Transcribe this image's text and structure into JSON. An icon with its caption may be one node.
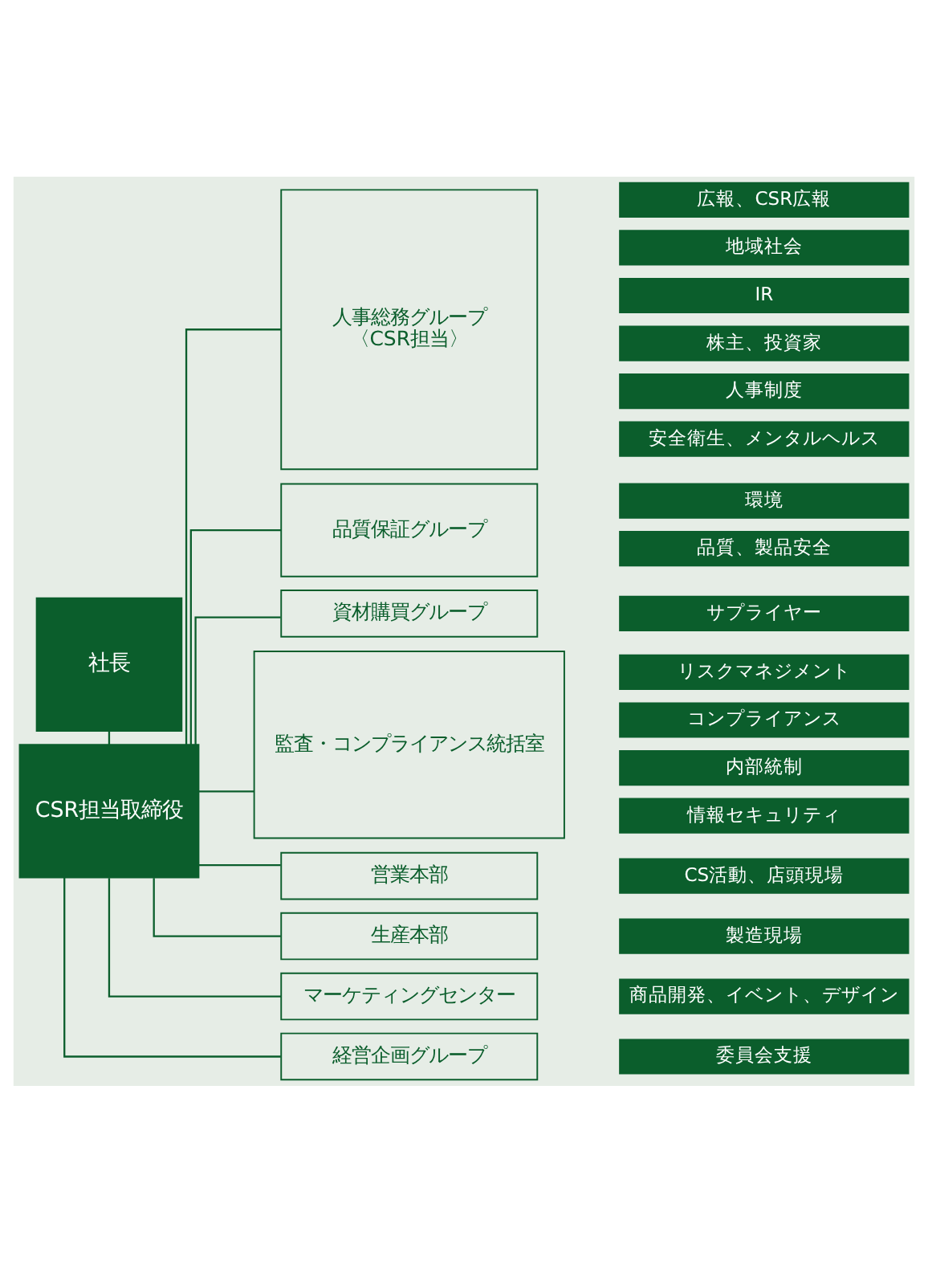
{
  "diagram": {
    "nodes": [
      {
        "text": [
          "社長"
        ]
      },
      {
        "text": [
          "CSR担当取締役"
        ]
      },
      {
        "text": [
          "人事総務グループ",
          "〈CSR担当〉"
        ]
      },
      {
        "text": [
          "広報、CSR広報"
        ]
      },
      {
        "text": [
          "地域社会"
        ]
      },
      {
        "text": [
          "IR"
        ]
      },
      {
        "text": [
          "株主、投資家"
        ]
      },
      {
        "text": [
          "人事制度"
        ]
      },
      {
        "text": [
          "安全衛生、メンタルヘルス"
        ]
      },
      {
        "text": [
          "品質保証グループ"
        ]
      },
      {
        "text": [
          "環境"
        ]
      },
      {
        "text": [
          "品質、製品安全"
        ]
      },
      {
        "text": [
          "資材購買グループ"
        ]
      },
      {
        "text": [
          "サプライヤー"
        ]
      },
      {
        "text": [
          "監査・コンプライアンス統括室"
        ]
      },
      {
        "text": [
          "リスクマネジメント"
        ]
      },
      {
        "text": [
          "コンプライアンス"
        ]
      },
      {
        "text": [
          "内部統制"
        ]
      },
      {
        "text": [
          "情報セキュリティ"
        ]
      },
      {
        "text": [
          "営業本部"
        ]
      },
      {
        "text": [
          "CS活動、店頭現場"
        ]
      },
      {
        "text": [
          "生産本部"
        ]
      },
      {
        "text": [
          "製造現場"
        ]
      },
      {
        "text": [
          "マーケティングセンター"
        ]
      },
      {
        "text": [
          "商品開発、イベント、デザイン"
        ]
      },
      {
        "text": [
          "経営企画グループ"
        ]
      },
      {
        "text": [
          "委員会支援"
        ]
      }
    ],
    "edges": [
      {
        "from": 0,
        "to": 1,
        "arrow": "none"
      },
      {
        "from": 1,
        "to": 2,
        "arrow": "none"
      },
      {
        "from": 1,
        "to": 9,
        "arrow": "none"
      },
      {
        "from": 1,
        "to": 12,
        "arrow": "none"
      },
      {
        "from": 1,
        "to": 14,
        "arrow": "none"
      },
      {
        "from": 1,
        "to": 19,
        "arrow": "none"
      },
      {
        "from": 1,
        "to": 21,
        "arrow": "none"
      },
      {
        "from": 1,
        "to": 23,
        "arrow": "none"
      },
      {
        "from": 1,
        "to": 25,
        "arrow": "none"
      }
    ]
  }
}
